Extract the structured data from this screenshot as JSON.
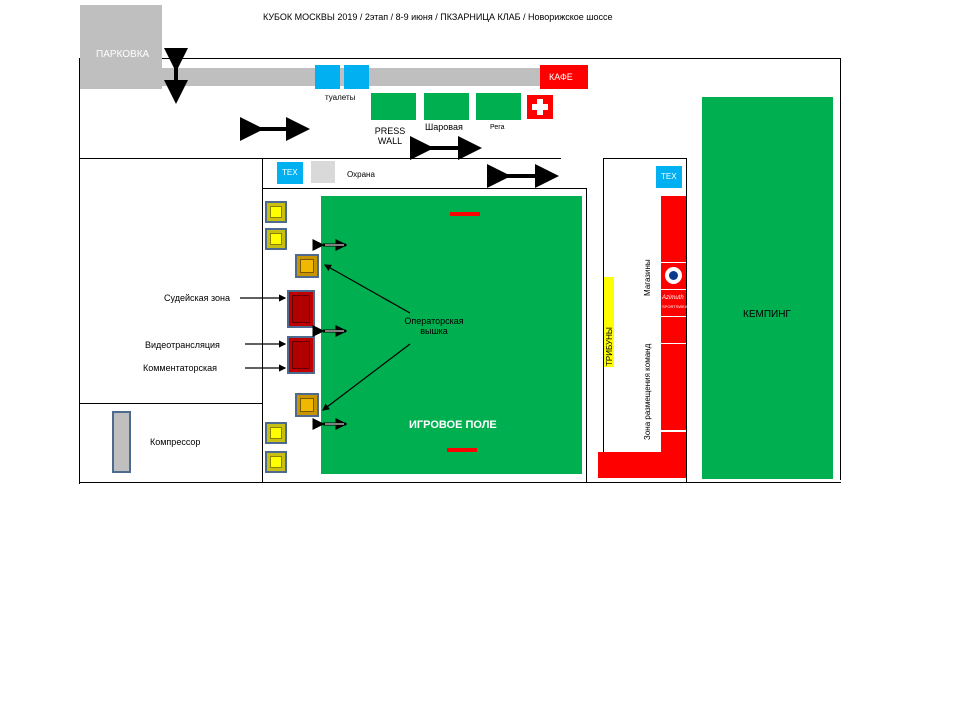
{
  "title": "КУБОК МОСКВЫ 2019 / 2этап / 8-9 июня / ПКЗАРНИЦА КЛАБ / Новорижское шоссе",
  "zones": {
    "parking": "ПАРКОВКА",
    "cafe": "КАФЕ",
    "toilets": "туалеты",
    "press_wall": "PRESS WALL",
    "ball_shop": "Шаровая",
    "rega": "Рега",
    "tech_left": "ТЕХ",
    "security": "Охрана",
    "tech_right": "ТЕХ",
    "shops": "Магазины",
    "stands": "ТРИБУНЫ",
    "team_zone": "Зона размещения команд",
    "camping": "КЕМПИНГ",
    "game_field": "ИГРОВОЕ ПОЛЕ",
    "operator_tower": "Операторская вышка",
    "judges_zone": "Судейская зона",
    "video_broadcast": "Видеотрансляция",
    "commentators": "Комментаторская",
    "compressor": "Компрессор"
  },
  "logos": [
    "Azimuth",
    "SPORTSWEAR"
  ],
  "colors": {
    "field": "#00b050",
    "red": "#ff0000",
    "blue": "#00b0f0",
    "yellow": "#ffff00",
    "gray": "#bfbfbf"
  }
}
